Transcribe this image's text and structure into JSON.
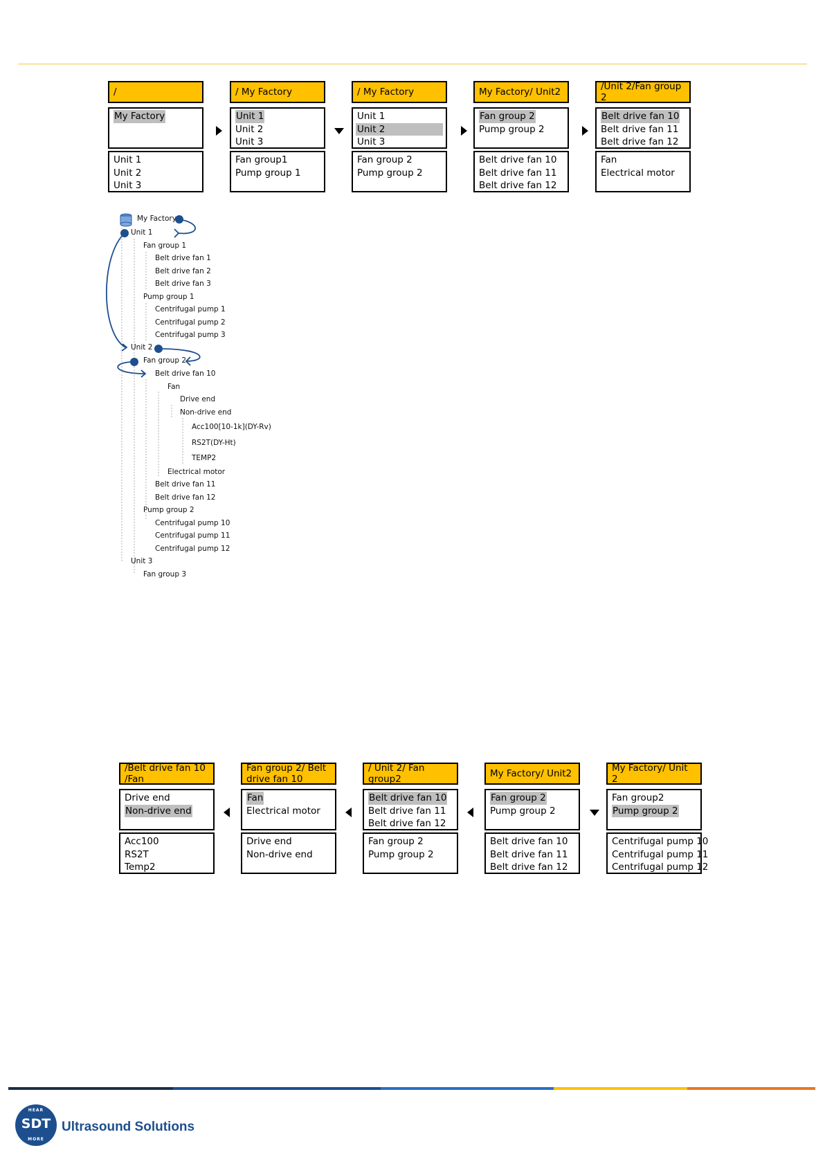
{
  "top_row": [
    {
      "header": "/",
      "mid": [
        "My Factory"
      ],
      "mid_sel": 0,
      "bottom": [
        "Unit 1",
        "Unit 2",
        "Unit 3"
      ]
    },
    {
      "header": "/ My Factory",
      "mid": [
        "Unit 1",
        "Unit 2",
        "Unit 3"
      ],
      "mid_sel": 0,
      "bottom": [
        "Fan group1",
        "Pump group 1"
      ]
    },
    {
      "header": "/ My Factory",
      "mid": [
        "Unit 1",
        "Unit 2",
        "Unit 3"
      ],
      "mid_sel": 1,
      "mid_sel_full": true,
      "bottom": [
        "Fan group 2",
        "Pump group 2"
      ]
    },
    {
      "header": "My Factory/ Unit2",
      "mid": [
        "Fan group 2",
        "Pump group 2"
      ],
      "mid_sel": 0,
      "bottom": [
        "Belt drive fan 10",
        "Belt drive fan 11",
        "Belt drive fan 12"
      ]
    },
    {
      "header": "/Unit 2/Fan group 2",
      "mid": [
        "Belt drive fan 10",
        "Belt drive fan 11",
        "Belt drive fan 12"
      ],
      "mid_sel": 0,
      "bottom": [
        "Fan",
        "Electrical motor"
      ]
    }
  ],
  "top_arrows": [
    "right",
    "down",
    "right",
    "right"
  ],
  "tree": [
    {
      "label": "My Factory"
    },
    {
      "label": "Unit 1"
    },
    {
      "label": "Fan group 1"
    },
    {
      "label": "Belt drive fan 1"
    },
    {
      "label": "Belt drive fan 2"
    },
    {
      "label": "Belt drive fan 3"
    },
    {
      "label": "Pump group 1"
    },
    {
      "label": "Centrifugal pump 1"
    },
    {
      "label": "Centrifugal pump 2"
    },
    {
      "label": "Centrifugal pump 3"
    },
    {
      "label": "Unit 2"
    },
    {
      "label": "Fan group 2"
    },
    {
      "label": "Belt drive fan 10"
    },
    {
      "label": "Fan"
    },
    {
      "label": "Drive end"
    },
    {
      "label": "Non-drive end"
    },
    {
      "label": "Acc100[10-1k](DY-Rv)"
    },
    {
      "label": "RS2T(DY-Ht)"
    },
    {
      "label": "TEMP2"
    },
    {
      "label": "Electrical motor"
    },
    {
      "label": "Belt drive fan 11"
    },
    {
      "label": "Belt drive fan 12"
    },
    {
      "label": "Pump group 2"
    },
    {
      "label": "Centrifugal pump 10"
    },
    {
      "label": "Centrifugal pump 11"
    },
    {
      "label": "Centrifugal pump 12"
    },
    {
      "label": "Unit 3"
    },
    {
      "label": "Fan group 3"
    }
  ],
  "bottom_row": [
    {
      "header": "/Belt drive fan 10 /Fan",
      "mid": [
        "Drive end",
        "Non-drive end"
      ],
      "mid_sel": 1,
      "bottom": [
        "Acc100",
        "RS2T",
        "Temp2"
      ]
    },
    {
      "header": "Fan group 2/ Belt drive fan 10",
      "mid": [
        "Fan",
        "Electrical motor"
      ],
      "mid_sel": 0,
      "bottom": [
        "Drive end",
        "Non-drive end"
      ]
    },
    {
      "header": "/ Unit 2/ Fan group2",
      "mid": [
        "Belt drive fan 10",
        "Belt drive fan 11",
        "Belt drive fan 12"
      ],
      "mid_sel": 0,
      "bottom": [
        "Fan group 2",
        "Pump group 2"
      ]
    },
    {
      "header": "My Factory/ Unit2",
      "mid": [
        "Fan group 2",
        "Pump group 2"
      ],
      "mid_sel": 0,
      "bottom": [
        "Belt drive fan 10",
        "Belt drive fan 11",
        "Belt drive fan 12"
      ]
    },
    {
      "header": "My Factory/ Unit 2",
      "mid": [
        "Fan group2",
        "Pump group 2"
      ],
      "mid_sel": 1,
      "bottom": [
        "Centrifugal pump 10",
        "Centrifugal pump 11",
        "Centrifugal pump 12"
      ]
    }
  ],
  "bottom_arrows": [
    "left",
    "left",
    "left",
    "down"
  ],
  "footer": {
    "brand": "Ultrasound Solutions",
    "logo_text": "SDT",
    "logo_top": "HEAR",
    "logo_bottom": "MORE",
    "bar_colors": [
      "#1b2f4a",
      "#1d4f8f",
      "#2a6fc0",
      "#ffc000",
      "#e87722"
    ]
  },
  "colors": {
    "header": "#ffc000",
    "selection": "#bfbfbf",
    "tree_connector": "#1d4f8f"
  }
}
